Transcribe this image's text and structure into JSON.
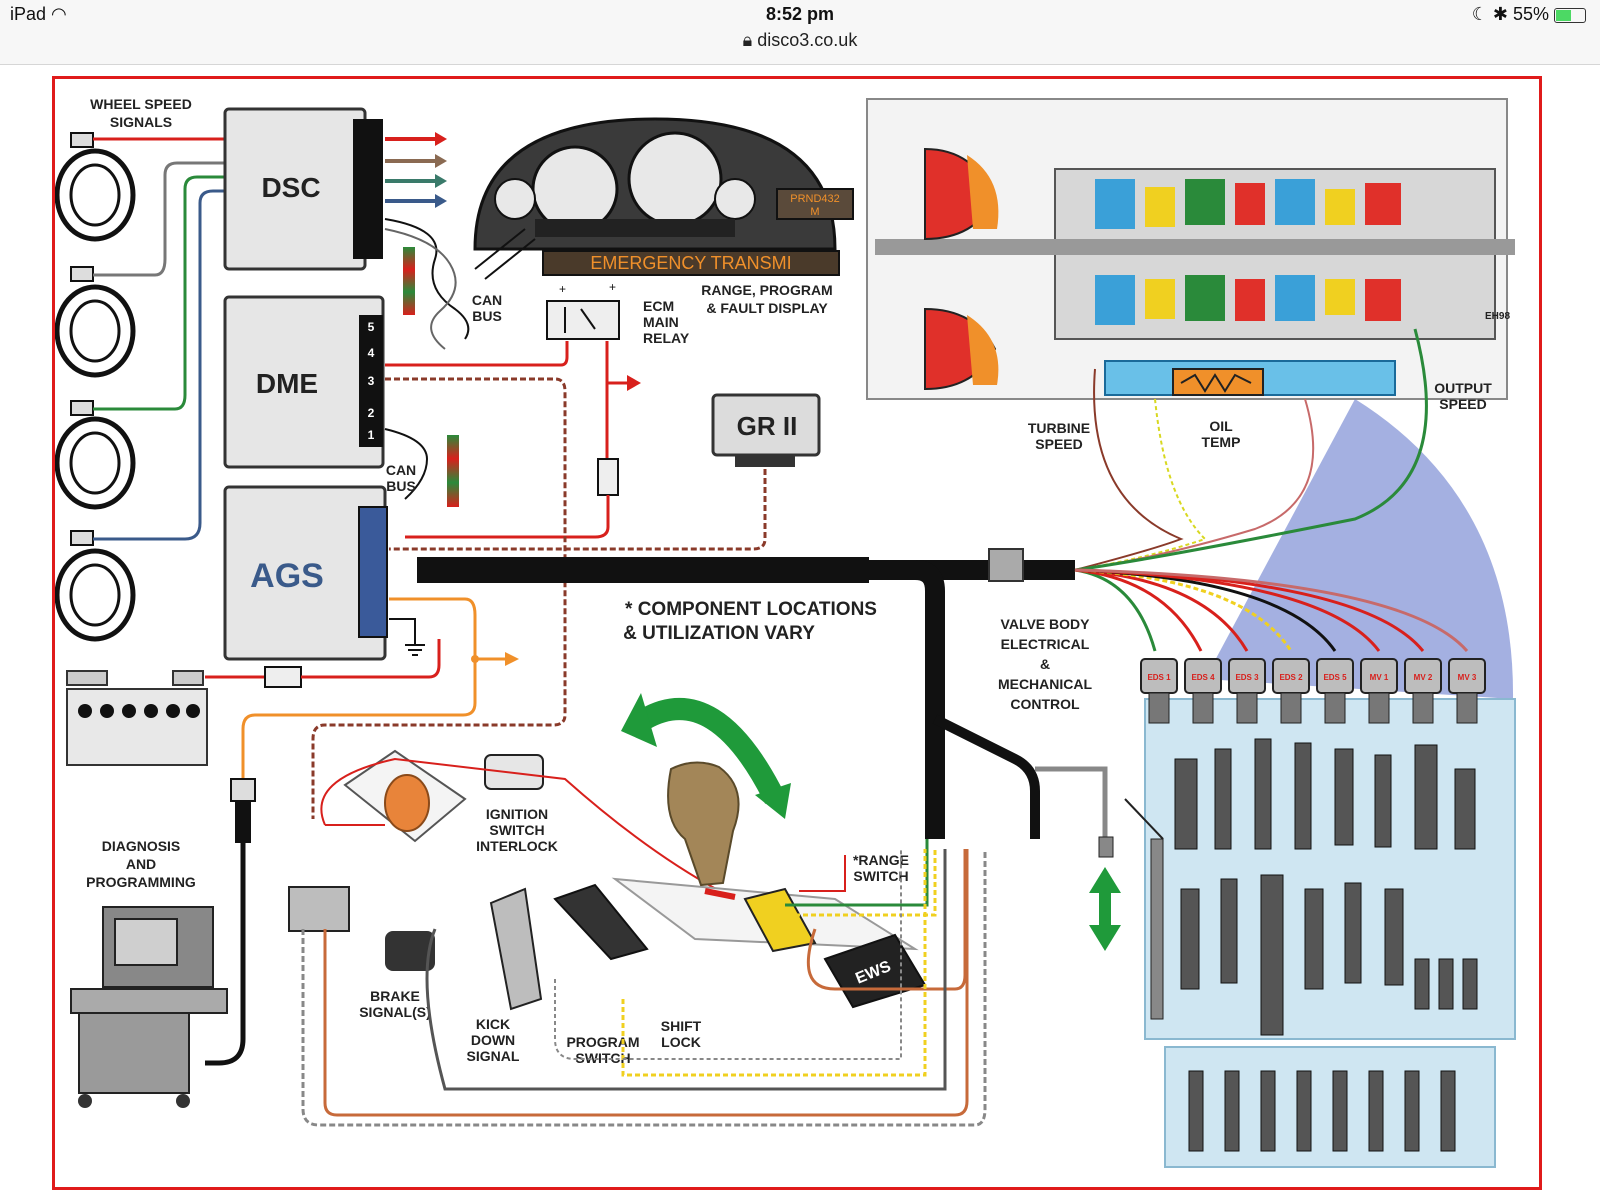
{
  "status_bar": {
    "device": "iPad",
    "time": "8:52 pm",
    "url": "disco3.co.uk",
    "battery": "55%"
  },
  "modules": {
    "dsc": "DSC",
    "dme": "DME",
    "ags": "AGS",
    "gr2": "GR II",
    "ews": "EWS"
  },
  "dme_pins": [
    "5",
    "4",
    "3",
    "2",
    "1"
  ],
  "labels": {
    "wheel_speed_1": "WHEEL SPEED",
    "wheel_speed_2": "SIGNALS",
    "can_bus_1a": "CAN",
    "can_bus_1b": "BUS",
    "can_bus_2a": "CAN",
    "can_bus_2b": "BUS",
    "ecm_relay_1": "ECM",
    "ecm_relay_2": "MAIN",
    "ecm_relay_3": "RELAY",
    "range_display_1": "RANGE, PROGRAM",
    "range_display_2": "& FAULT DISPLAY",
    "emergency_display": "EMERGENCY TRANSMI",
    "cluster_display": "PRND432",
    "cluster_display_2": "M",
    "turbine_1": "TURBINE",
    "turbine_2": "SPEED",
    "oil_1": "OIL",
    "oil_2": "TEMP",
    "output_1": "OUTPUT",
    "output_2": "SPEED",
    "eh_code": "EH98",
    "note_1": "* COMPONENT LOCATIONS",
    "note_2": "& UTILIZATION VARY",
    "valve_1": "VALVE BODY",
    "valve_2": "ELECTRICAL",
    "valve_3": "&",
    "valve_4": "MECHANICAL",
    "valve_5": "CONTROL",
    "ignition_1": "IGNITION",
    "ignition_2": "SWITCH",
    "ignition_3": "INTERLOCK",
    "diagnosis_1": "DIAGNOSIS",
    "diagnosis_2": "AND",
    "diagnosis_3": "PROGRAMMING",
    "range_switch_1": "*RANGE",
    "range_switch_2": "SWITCH",
    "brake_1": "BRAKE",
    "brake_2": "SIGNAL(S)",
    "kick_1": "KICK",
    "kick_2": "DOWN",
    "kick_3": "SIGNAL",
    "program_1": "PROGRAM",
    "program_2": "SWITCH",
    "shift_1": "SHIFT",
    "shift_2": "LOCK"
  },
  "solenoids": [
    "EDS 1",
    "EDS 4",
    "EDS 3",
    "EDS 2",
    "EDS 5",
    "MV 1",
    "MV 2",
    "MV 3"
  ],
  "colors": {
    "frame": "#e01b1b",
    "harness": "#111111",
    "wire_red": "#d8201c",
    "wire_orange": "#f0902a",
    "wire_green": "#2a8a3a",
    "wire_blue": "#3a5a8a",
    "valve_body": "#cfe6f2",
    "ags_text": "#3a5a8a",
    "arrow_green": "#1f9a3a"
  }
}
